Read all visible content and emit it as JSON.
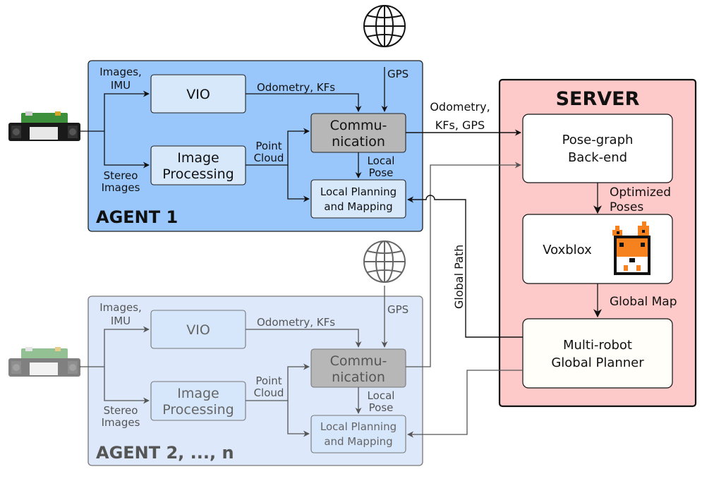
{
  "server": {
    "title": "SERVER",
    "pose_graph": [
      "Pose-graph",
      "Back-end"
    ],
    "optimized_poses": [
      "Optimized",
      "Poses"
    ],
    "voxblox": "Voxblox",
    "global_map": "Global Map",
    "planner": [
      "Multi-robot",
      "Global Planner"
    ]
  },
  "agent1": {
    "title": "AGENT 1",
    "images_imu": [
      "Images,",
      "IMU"
    ],
    "stereo_images": [
      "Stereo",
      "Images"
    ],
    "vio": "VIO",
    "image_processing": [
      "Image",
      "Processing"
    ],
    "odometry_kfs": "Odometry, KFs",
    "point_cloud": [
      "Point",
      "Cloud"
    ],
    "gps": "GPS",
    "communication": [
      "Commu-",
      "nication"
    ],
    "local_pose": [
      "Local",
      "Pose"
    ],
    "local_planning": [
      "Local Planning",
      "and Mapping"
    ]
  },
  "agent2": {
    "title": "AGENT 2, ..., n",
    "images_imu": [
      "Images,",
      "IMU"
    ],
    "stereo_images": [
      "Stereo",
      "Images"
    ],
    "vio": "VIO",
    "image_processing": [
      "Image",
      "Processing"
    ],
    "odometry_kfs": "Odometry, KFs",
    "point_cloud": [
      "Point",
      "Cloud"
    ],
    "gps": "GPS",
    "communication": [
      "Commu-",
      "nication"
    ],
    "local_pose": [
      "Local",
      "Pose"
    ],
    "local_planning": [
      "Local Planning",
      "and Mapping"
    ]
  },
  "links": {
    "odometry_kfs_gps": [
      "Odometry,",
      "KFs, GPS"
    ],
    "global_path": "Global Path"
  },
  "icons": [
    "gps-globe-icon",
    "camera-board-icon",
    "voxblox-fox-icon"
  ],
  "colors": {
    "agent1_fill": "#99c6fb",
    "agent2_fill": "#dde9fb",
    "server_fill": "#fdc9c9",
    "block_fill": "#d8e8fb",
    "comm_fill": "#b7b7b7",
    "fox_orange": "#f5821f"
  }
}
